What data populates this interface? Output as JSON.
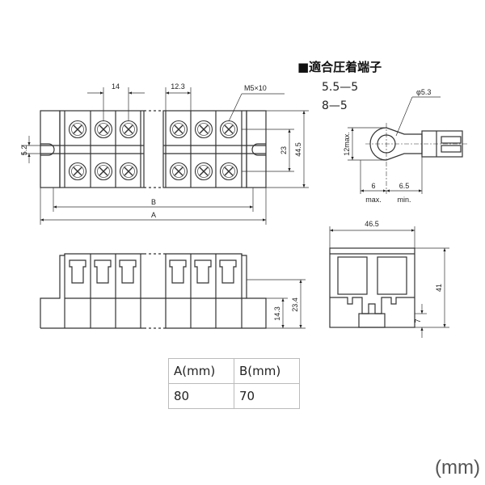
{
  "top_view": {
    "pitch": "14",
    "gap": "12.3",
    "screw": "M5×10",
    "height_small": "5.2",
    "center": "23",
    "height_total": "44.5",
    "label_b": "B",
    "label_a": "A"
  },
  "side_view": {
    "base": "14.3",
    "height": "23.4"
  },
  "end_view": {
    "width": "46.5",
    "height": "41",
    "foot": "7"
  },
  "terminal": {
    "title": "■適合圧着端子",
    "sizes": [
      "5.5—5",
      "8—5"
    ],
    "hole": "φ5.3",
    "height": "12max.",
    "left_dim": "6",
    "left_note": "max.",
    "right_dim": "6.5",
    "right_note": "min."
  },
  "table": {
    "headers": [
      "A(mm)",
      "B(mm)"
    ],
    "values": [
      "80",
      "70"
    ]
  },
  "unit": "(mm)"
}
